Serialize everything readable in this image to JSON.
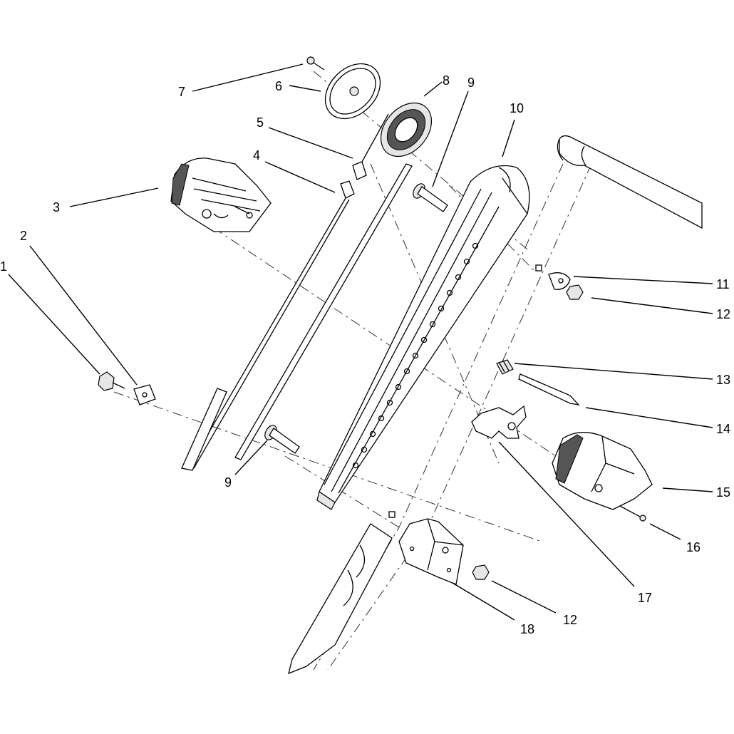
{
  "callouts": [
    {
      "id": "c1",
      "text": "1"
    },
    {
      "id": "c2",
      "text": "2"
    },
    {
      "id": "c3",
      "text": "3"
    },
    {
      "id": "c4",
      "text": "4"
    },
    {
      "id": "c5",
      "text": "5"
    },
    {
      "id": "c6",
      "text": "6"
    },
    {
      "id": "c7",
      "text": "7"
    },
    {
      "id": "c8",
      "text": "8"
    },
    {
      "id": "c9a",
      "text": "9"
    },
    {
      "id": "c9b",
      "text": "9"
    },
    {
      "id": "c10",
      "text": "10"
    },
    {
      "id": "c11",
      "text": "11"
    },
    {
      "id": "c12a",
      "text": "12"
    },
    {
      "id": "c12b",
      "text": "12"
    },
    {
      "id": "c13",
      "text": "13"
    },
    {
      "id": "c14",
      "text": "14"
    },
    {
      "id": "c15",
      "text": "15"
    },
    {
      "id": "c16",
      "text": "16"
    },
    {
      "id": "c17",
      "text": "17"
    },
    {
      "id": "c18",
      "text": "18"
    }
  ]
}
